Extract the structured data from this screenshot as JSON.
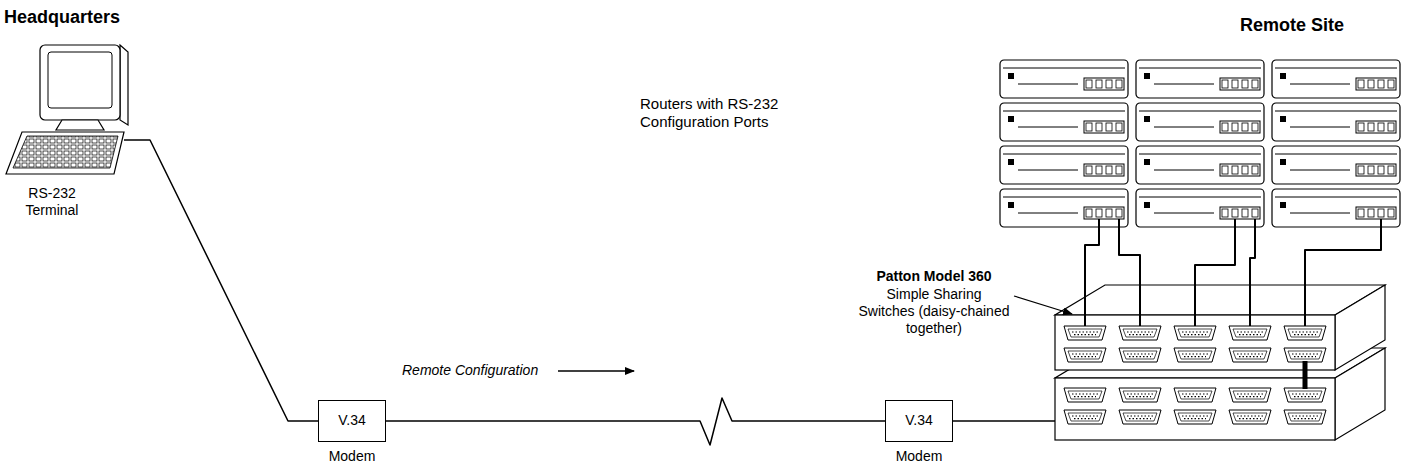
{
  "diagram": {
    "nodes": [
      {
        "text": [
          "RS-232 Terminal"
        ]
      },
      {
        "text": [
          "V.34",
          "Modem"
        ]
      },
      {
        "text": [
          "V.34",
          "Modem"
        ]
      },
      {
        "text": [
          "Routers with RS-232 Configuration Ports"
        ]
      },
      {
        "text": [
          "Patton Model 360",
          "Simple Sharing Switches (daisy-chained together)"
        ]
      }
    ],
    "edges": [
      {
        "from": 0,
        "to": 1,
        "arrow": "none"
      },
      {
        "from": 1,
        "to": 2,
        "arrow": "none"
      },
      {
        "from": 2,
        "to": 4,
        "arrow": "none"
      },
      {
        "from": 3,
        "to": 4,
        "arrow": "none"
      },
      {
        "from": 3,
        "to": 4,
        "arrow": "none"
      },
      {
        "from": 3,
        "to": 4,
        "arrow": "none"
      },
      {
        "from": 3,
        "to": 4,
        "arrow": "none"
      },
      {
        "from": 3,
        "to": 4,
        "arrow": "none"
      }
    ],
    "labels": [
      "Headquarters",
      "Remote Site",
      "Remote Configuration"
    ]
  }
}
